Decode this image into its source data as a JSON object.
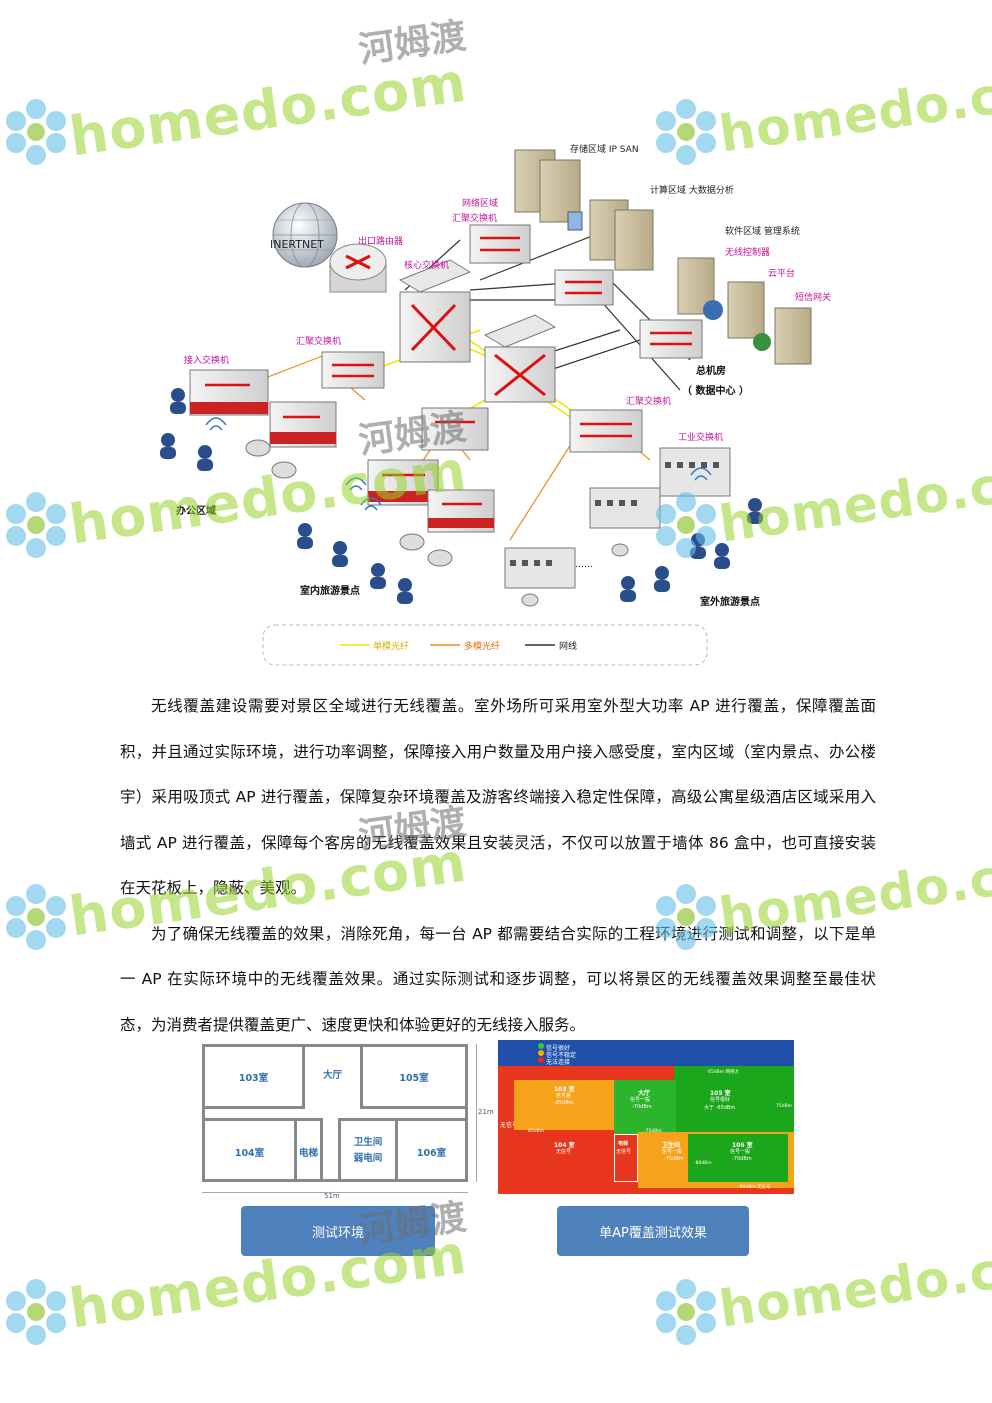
{
  "diagram": {
    "internet": "INERTNET",
    "labels": {
      "exit_router": "出口路由器",
      "core_switch": "核心交换机",
      "net_domain": "网络区域",
      "agg_switch_top": "汇聚交换机",
      "storage": "存储区域 IP SAN",
      "compute": "计算区域 大数据分析",
      "software": "软件区域  管理系统",
      "wlc": "无线控制器",
      "cloud": "云平台",
      "sms": "短信网关",
      "datacenter_1": "总机房",
      "datacenter_2": "（ 数据中心 ）",
      "agg_switch_left": "汇聚交换机",
      "access_switch": "接入交换机",
      "agg_switch_right": "汇聚交换机",
      "industrial_switch": "工业交换机",
      "office": "办公区域",
      "indoor": "室内旅游景点",
      "outdoor": "室外旅游景点",
      "dots": "……"
    },
    "legend": [
      {
        "label": "单模光纤",
        "color": "#f2e600"
      },
      {
        "label": "多模光纤",
        "color": "#f08a1c"
      },
      {
        "label": "网线",
        "color": "#333333"
      }
    ]
  },
  "paragraphs": [
    "无线覆盖建设需要对景区全域进行无线覆盖。室外场所可采用室外型大功率 AP 进行覆盖，保障覆盖面积，并且通过实际环境，进行功率调整，保障接入用户数量及用户接入感受度，室内区域（室内景点、办公楼宇）采用吸顶式 AP 进行覆盖，保障复杂环境覆盖及游客终端接入稳定性保障，高级公寓星级酒店区域采用入墙式 AP 进行覆盖，保障每个客房的无线覆盖效果且安装灵活，不仅可以放置于墙体 86 盒中，也可直接安装在天花板上，隐蔽、美观。",
    "为了确保无线覆盖的效果，消除死角，每一台 AP 都需要结合实际的工程环境进行测试和调整，以下是单一 AP 在实际环境中的无线覆盖效果。通过实际测试和逐步调整，可以将景区的无线覆盖效果调整至最佳状态，为消费者提供覆盖更广、速度更快和体验更好的无线接入服务。"
  ],
  "floorplan": {
    "rooms": [
      "103室",
      "大厅",
      "105室",
      "104室",
      "电梯",
      "卫生间",
      "弱电间",
      "106室"
    ],
    "dim_width": "51m",
    "dim_height": "21m"
  },
  "heatmap": {
    "legend": [
      "信号很好",
      "信号不稳定",
      "无法连接"
    ],
    "no_signal": "无信号",
    "rooms": [
      {
        "name": "103 室",
        "status": "信号差",
        "db": "-85dBm"
      },
      {
        "name": "大厅",
        "status": "信号一般",
        "db": "-70dBm"
      },
      {
        "name": "105 室",
        "status": "信号很好",
        "db": "大于 -65dBm"
      },
      {
        "name": "104 室",
        "status": "无信号",
        "db": ""
      },
      {
        "name": "电梯",
        "status": "无信号",
        "db": ""
      },
      {
        "name": "卫生间",
        "status": "信号一般",
        "db": "-75dBm"
      },
      {
        "name": "106 室",
        "status": "信号一般",
        "db": "-70dBm"
      }
    ],
    "edge_labels": [
      "65dBm 网络大",
      "75dBm",
      "85dBm",
      "-75dBm",
      "-80dBm",
      "-90dBm 无信号"
    ]
  },
  "buttons": {
    "test_env": "测试环境",
    "single_ap": "单AP覆盖测试效果"
  },
  "watermark": {
    "word": "homedo.com",
    "cn": "河姆渡"
  }
}
